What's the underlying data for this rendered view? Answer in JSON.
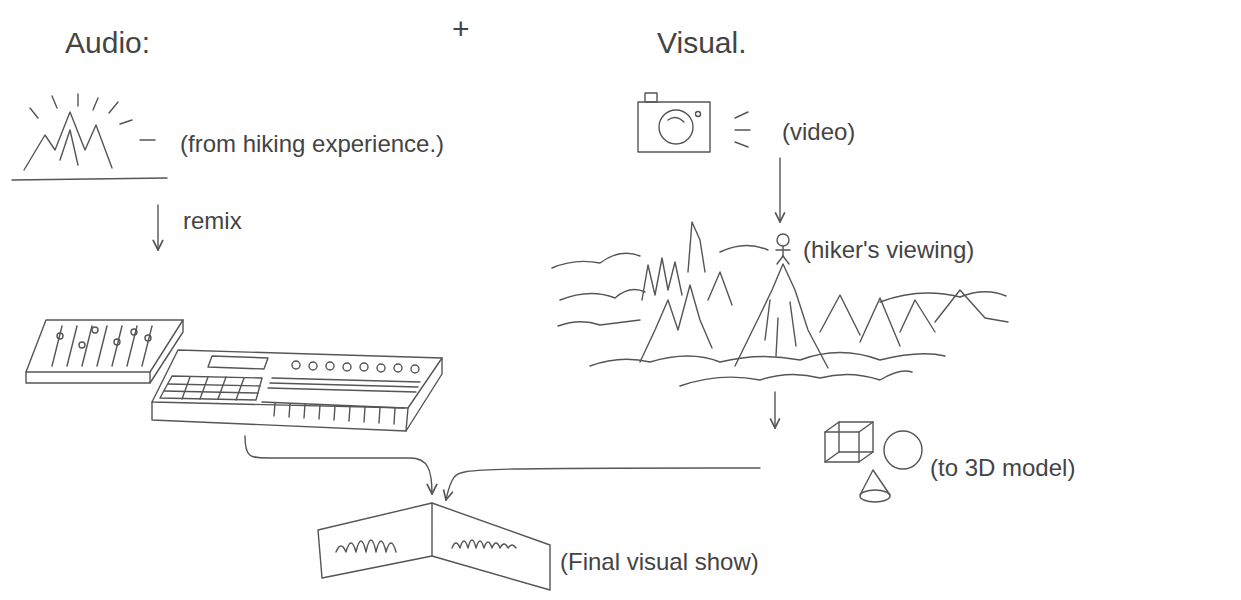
{
  "diagram": {
    "nodes": [
      {
        "text": [
          "(from hiking experience.)"
        ]
      },
      {
        "text": [
          "(video)"
        ]
      },
      {
        "text": [
          "(hiker's viewing)"
        ]
      },
      {
        "text": [
          "(to 3D model)"
        ]
      },
      {
        "text": [
          "(Final visual show)"
        ]
      }
    ],
    "edges": [
      {
        "from": 1,
        "to": 2,
        "arrow": "to"
      },
      {
        "from": 2,
        "to": 3,
        "arrow": "to"
      },
      {
        "from": 3,
        "to": 4,
        "arrow": "to"
      }
    ],
    "labels": [
      "Audio:",
      "+",
      "Visual.",
      "remix"
    ]
  }
}
